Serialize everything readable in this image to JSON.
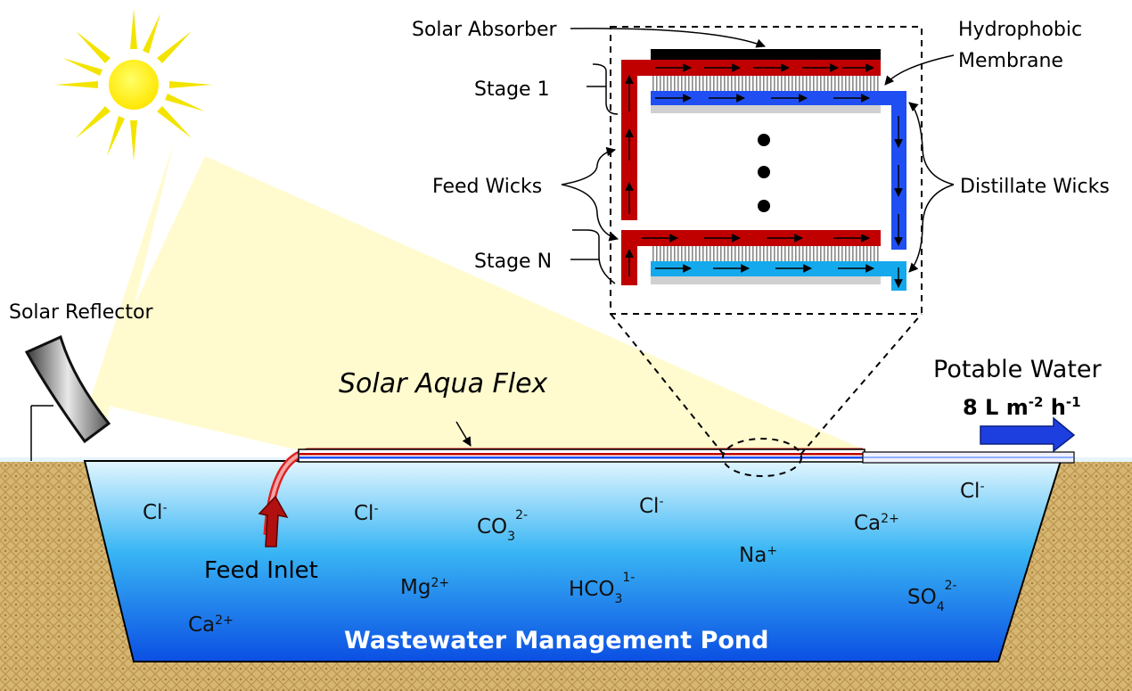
{
  "labels": {
    "solar_absorber": "Solar Absorber",
    "hydrophobic_membrane_line1": "Hydrophobic",
    "hydrophobic_membrane_line2": "Membrane",
    "stage_1": "Stage 1",
    "stage_n": "Stage N",
    "feed_wicks": "Feed Wicks",
    "distillate_wicks": "Distillate Wicks",
    "solar_reflector": "Solar Reflector",
    "solar_aqua_flex": "Solar Aqua Flex",
    "potable_water": "Potable Water",
    "flux_value": "8 L m",
    "flux_exp1": "-2",
    "flux_unit2": " h",
    "flux_exp2": "-1",
    "feed_inlet": "Feed Inlet",
    "pond_title": "Wastewater Management Pond"
  },
  "ions": [
    {
      "base": "Cl",
      "sub": "",
      "sup": "-"
    },
    {
      "base": "Cl",
      "sub": "",
      "sup": "-"
    },
    {
      "base": "CO",
      "sub": "3",
      "sup": "2-"
    },
    {
      "base": "Cl",
      "sub": "",
      "sup": "-"
    },
    {
      "base": "Ca",
      "sub": "",
      "sup": "2+"
    },
    {
      "base": "Cl",
      "sub": "",
      "sup": "-"
    },
    {
      "base": "Na",
      "sub": "",
      "sup": "+"
    },
    {
      "base": "Mg",
      "sub": "",
      "sup": "2+"
    },
    {
      "base": "HCO",
      "sub": "3",
      "sup": "1-"
    },
    {
      "base": "SO",
      "sub": "4",
      "sup": "2-"
    },
    {
      "base": "Ca",
      "sub": "",
      "sup": "2+"
    }
  ],
  "colors": {
    "sun": "#FFEE00",
    "sun_rays": "#F5E600",
    "light_beam": "#FFFBD0",
    "pond_top": "#D8F2FF",
    "pond_bottom": "#0A56E8",
    "soil": "#D6B671",
    "feed_wick": "#C00000",
    "distillate_wick": "#1F4FF2",
    "distillate_wick_light": "#14A9EC",
    "absorber": "#000000",
    "membrane": "#9a9a9a",
    "outlet_arrow": "#1E3FE0",
    "inlet_arrow": "#B01010"
  },
  "icons": {
    "sun": "sun-icon",
    "reflector": "solar-reflector-icon",
    "outlet_arrow": "arrow-right-icon",
    "inlet_arrow": "arrow-up-icon"
  }
}
